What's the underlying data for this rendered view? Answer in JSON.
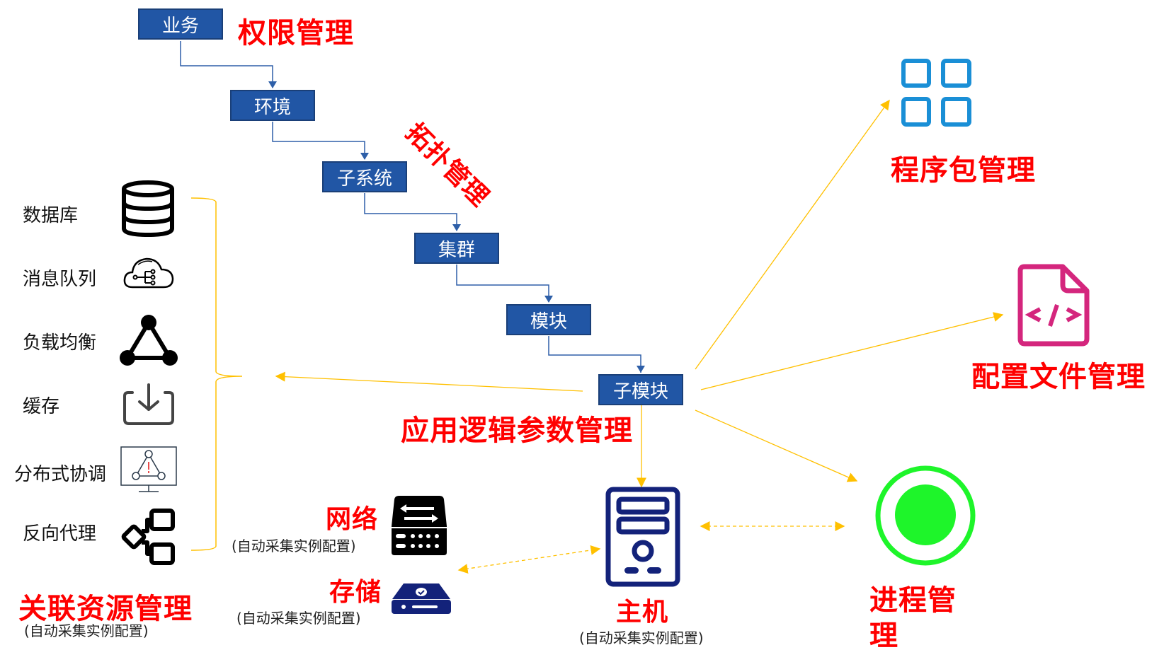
{
  "flow": {
    "nodes": [
      {
        "id": "business",
        "label": "业务"
      },
      {
        "id": "environment",
        "label": "环境"
      },
      {
        "id": "subsystem",
        "label": "子系统"
      },
      {
        "id": "cluster",
        "label": "集群"
      },
      {
        "id": "module",
        "label": "模块"
      },
      {
        "id": "submodule",
        "label": "子模块"
      }
    ]
  },
  "annotations": {
    "permission": "权限管理",
    "topology": "拓扑管理",
    "app_params": "应用逻辑参数管理",
    "package": "程序包管理",
    "config_file": "配置文件管理",
    "process_line1": "进程管",
    "process_line2": "理"
  },
  "related_resources": {
    "title": "关联资源管理",
    "subtitle": "(自动采集实例配置)",
    "items": [
      {
        "label": "数据库",
        "icon": "database-icon"
      },
      {
        "label": "消息队列",
        "icon": "message-queue-cloud-icon"
      },
      {
        "label": "负载均衡",
        "icon": "load-balancer-icon"
      },
      {
        "label": "缓存",
        "icon": "cache-download-icon"
      },
      {
        "label": "分布式协调",
        "icon": "distributed-coordination-icon"
      },
      {
        "label": "反向代理",
        "icon": "reverse-proxy-icon"
      }
    ]
  },
  "infrastructure": {
    "network": {
      "label": "网络",
      "subtitle": "(自动采集实例配置)",
      "icon": "network-switch-icon"
    },
    "storage": {
      "label": "存储",
      "subtitle": "(自动采集实例配置)",
      "icon": "storage-drive-icon"
    },
    "host": {
      "label": "主机",
      "subtitle": "(自动采集实例配置)",
      "icon": "host-server-icon"
    }
  },
  "icons": {
    "package": "grid-apps-icon",
    "config_file": "code-file-icon",
    "process": "process-status-icon"
  },
  "colors": {
    "node_fill": "#2156a5",
    "flow_line": "#2e5fa8",
    "arrow": "#ffc000",
    "annotation": "#ff0000",
    "package_icon": "#1a8fd6",
    "config_icon": "#d4267d",
    "process_icon": "#1ef52a",
    "host_icon": "#13227a"
  }
}
